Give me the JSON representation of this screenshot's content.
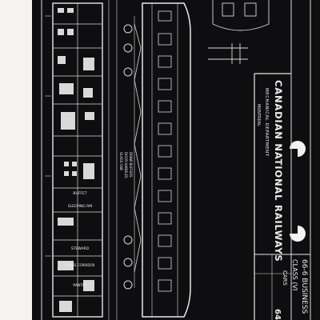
{
  "title_block": {
    "railway": "CANADIAN NATIONAL RAILWAYS",
    "department": "MECHANICAL DEPARTMENT",
    "city": "MONTREAL",
    "car_line1": "66-6 BUSINESS",
    "car_line2": "CLASS (VI",
    "car_line3": "CARS",
    "number": "64"
  },
  "room_labels": {
    "buffet": "BUFFET",
    "sleeping_room": "SLEEPING RM",
    "steward": "STEWARD",
    "cross_corridor": "CROSS CORRIDOR",
    "pantry": "PANTRY"
  },
  "legend": [
    "GLASS CAB",
    "DOOR HANDLES",
    "DRAW BUFFERS"
  ],
  "colors": {
    "background": "#0e0e10",
    "linework": "#d9d9d9",
    "paper": "#f4f3ef"
  }
}
